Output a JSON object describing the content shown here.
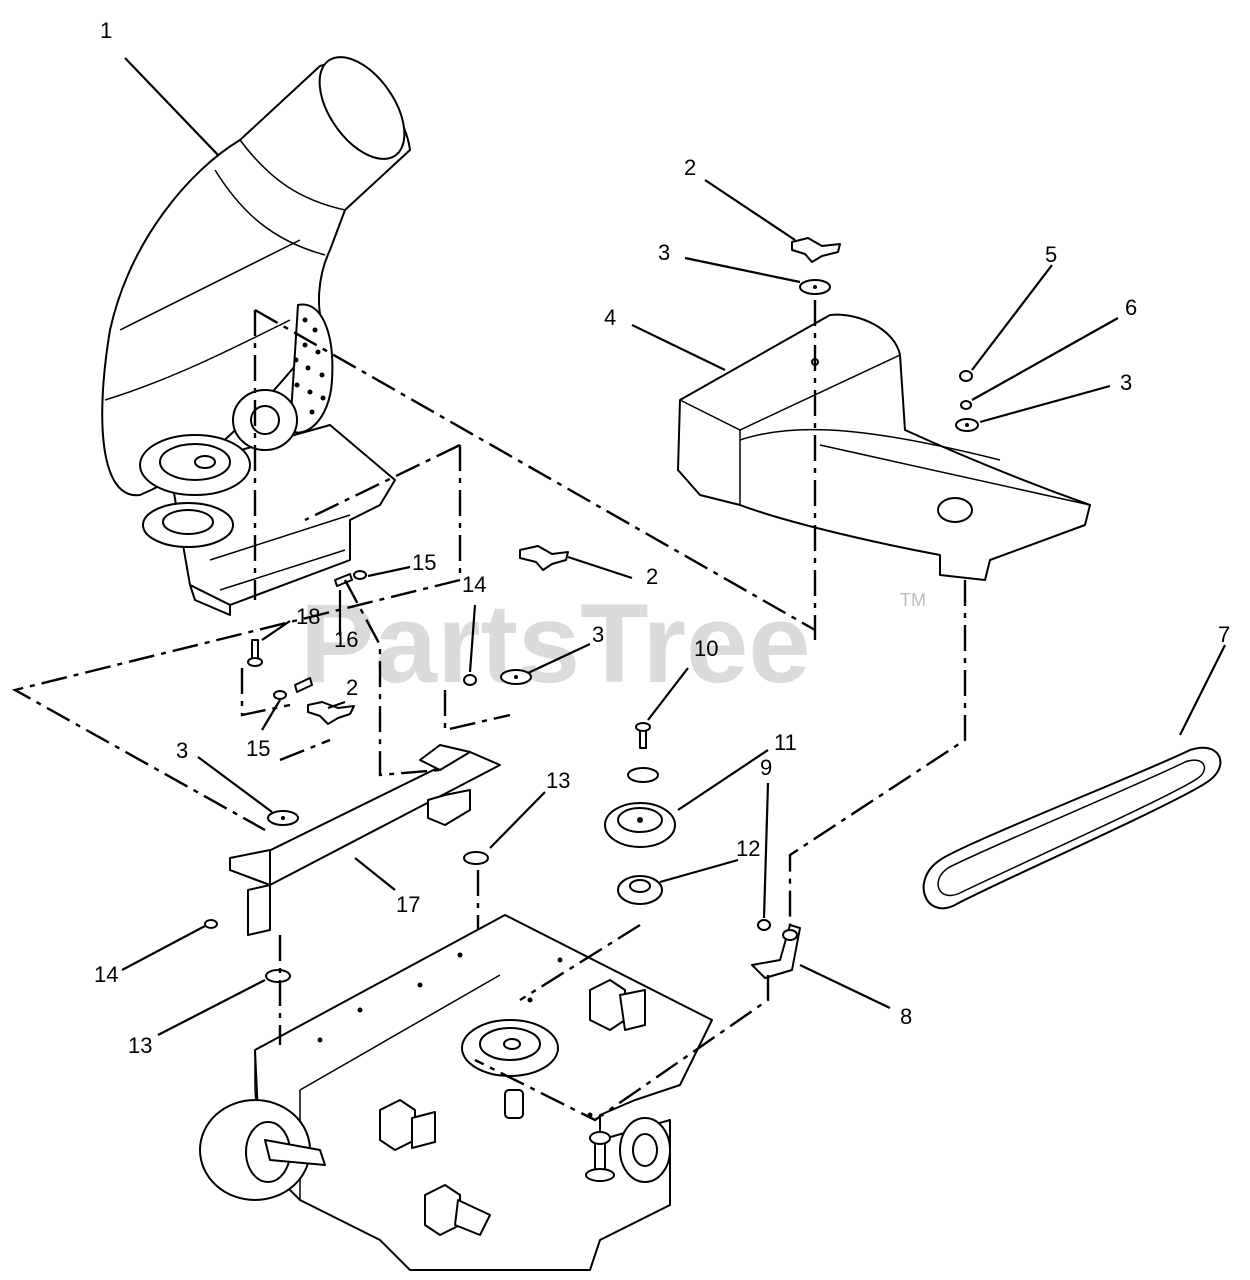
{
  "watermark": {
    "text": "PartsTree",
    "trademark": "TM"
  },
  "callouts": [
    {
      "id": "c1",
      "label": "1"
    },
    {
      "id": "c2a",
      "label": "2"
    },
    {
      "id": "c3a",
      "label": "3"
    },
    {
      "id": "c4",
      "label": "4"
    },
    {
      "id": "c5",
      "label": "5"
    },
    {
      "id": "c6",
      "label": "6"
    },
    {
      "id": "c3b",
      "label": "3"
    },
    {
      "id": "c15a",
      "label": "15"
    },
    {
      "id": "c14a",
      "label": "14"
    },
    {
      "id": "c2b",
      "label": "2"
    },
    {
      "id": "c3c",
      "label": "3"
    },
    {
      "id": "c18",
      "label": "18"
    },
    {
      "id": "c16",
      "label": "16"
    },
    {
      "id": "c7",
      "label": "7"
    },
    {
      "id": "c10",
      "label": "10"
    },
    {
      "id": "c2c",
      "label": "2"
    },
    {
      "id": "c15b",
      "label": "15"
    },
    {
      "id": "c3d",
      "label": "3"
    },
    {
      "id": "c11",
      "label": "11"
    },
    {
      "id": "c13a",
      "label": "13"
    },
    {
      "id": "c9",
      "label": "9"
    },
    {
      "id": "c12",
      "label": "12"
    },
    {
      "id": "c17",
      "label": "17"
    },
    {
      "id": "c14b",
      "label": "14"
    },
    {
      "id": "c8",
      "label": "8"
    },
    {
      "id": "c13b",
      "label": "13"
    }
  ]
}
